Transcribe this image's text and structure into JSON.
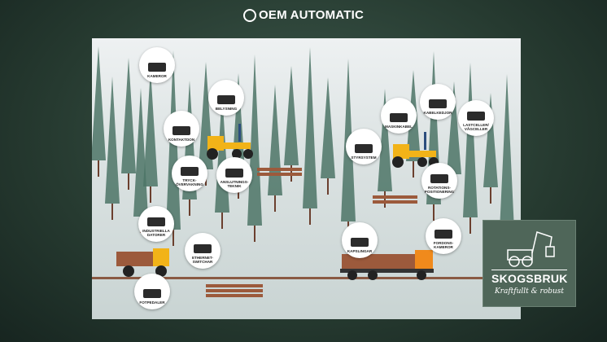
{
  "brand": {
    "name": "OEM AUTOMATIC"
  },
  "badge": {
    "title": "SKOGSBRUK",
    "tagline": "Kraftfullt & robust"
  },
  "products": [
    {
      "id": "kameror",
      "label": "KAMEROR"
    },
    {
      "id": "belysning",
      "label": "BELYSNING"
    },
    {
      "id": "kontaktdon",
      "label": "KONTAKTDON"
    },
    {
      "id": "tryck",
      "label": "TRYCK-\nÖVERVAKNING"
    },
    {
      "id": "anslutning",
      "label": "ANSLUTNINGS-\nTEKNIK"
    },
    {
      "id": "maskinkabel",
      "label": "MASKINKABEL"
    },
    {
      "id": "kabelkedjor",
      "label": "KABELKEDJOR"
    },
    {
      "id": "lastceller",
      "label": "LASTCELLER/\nVÅGCELLER"
    },
    {
      "id": "styrsystem",
      "label": "STYRSYSTEM"
    },
    {
      "id": "rotation",
      "label": "ROTATIONS-\nPOSITIONERING"
    },
    {
      "id": "datorer",
      "label": "INDUSTRIELLA\nDATORER"
    },
    {
      "id": "ethernet",
      "label": "ETHERNET-\nSWITCHAR"
    },
    {
      "id": "fotpedaler",
      "label": "FOTPEDALER"
    },
    {
      "id": "kapslingar",
      "label": "KAPSLINGAR"
    },
    {
      "id": "fordonskameror",
      "label": "FORDONS-\nKAMEROR"
    }
  ]
}
